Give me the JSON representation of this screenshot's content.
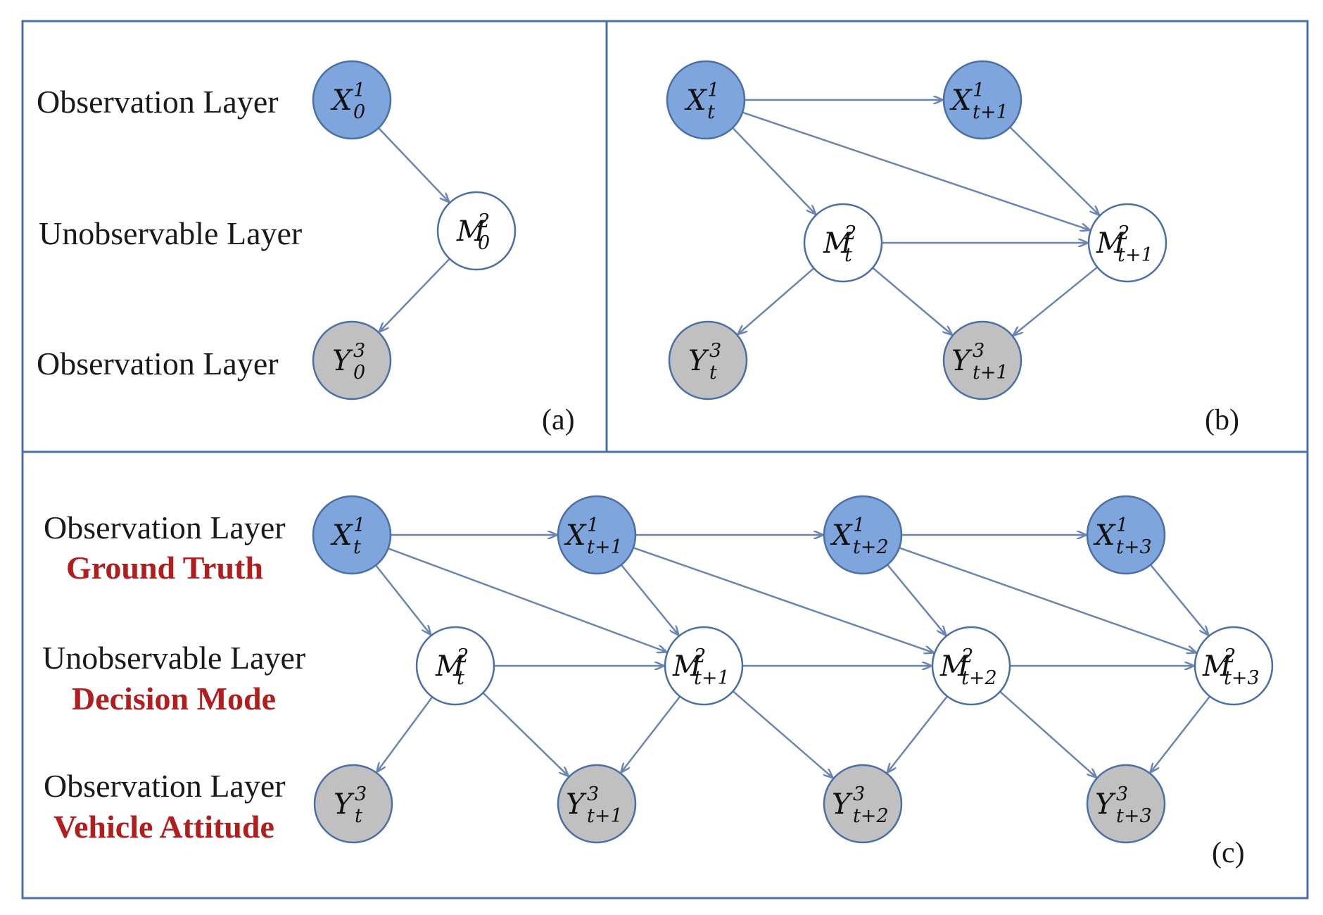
{
  "layer_names": {
    "observation": "Observation Layer",
    "unobservable": "Unobservable Layer"
  },
  "panels": {
    "a": {
      "tag": "(a)",
      "nodes": {
        "x0": {
          "base": "X",
          "sup": "1",
          "sub": "0"
        },
        "m0": {
          "base": "M",
          "sup": "2",
          "sub": "0"
        },
        "y0": {
          "base": "Y",
          "sup": "3",
          "sub": "0"
        }
      }
    },
    "b": {
      "tag": "(b)",
      "nodes": {
        "xt": {
          "base": "X",
          "sup": "1",
          "sub": "t"
        },
        "xt1": {
          "base": "X",
          "sup": "1",
          "sub": "t+1"
        },
        "mt": {
          "base": "M",
          "sup": "2",
          "sub": "t"
        },
        "mt1": {
          "base": "M",
          "sup": "2",
          "sub": "t+1"
        },
        "yt": {
          "base": "Y",
          "sup": "3",
          "sub": "t"
        },
        "yt1": {
          "base": "Y",
          "sup": "3",
          "sub": "t+1"
        }
      }
    },
    "c": {
      "tag": "(c)",
      "sublabels": {
        "top": "Ground Truth",
        "middle": "Decision Mode",
        "bottom": "Vehicle Attitude"
      },
      "nodes": {
        "xt": {
          "base": "X",
          "sup": "1",
          "sub": "t"
        },
        "xt1": {
          "base": "X",
          "sup": "1",
          "sub": "t+1"
        },
        "xt2": {
          "base": "X",
          "sup": "1",
          "sub": "t+2"
        },
        "xt3": {
          "base": "X",
          "sup": "1",
          "sub": "t+3"
        },
        "mt": {
          "base": "M",
          "sup": "2",
          "sub": "t"
        },
        "mt1": {
          "base": "M",
          "sup": "2",
          "sub": "t+1"
        },
        "mt2": {
          "base": "M",
          "sup": "2",
          "sub": "t+2"
        },
        "mt3": {
          "base": "M",
          "sup": "2",
          "sub": "t+3"
        },
        "yt": {
          "base": "Y",
          "sup": "3",
          "sub": "t"
        },
        "yt1": {
          "base": "Y",
          "sup": "3",
          "sub": "t+1"
        },
        "yt2": {
          "base": "Y",
          "sup": "3",
          "sub": "t+2"
        },
        "yt3": {
          "base": "Y",
          "sup": "3",
          "sub": "t+3"
        }
      }
    }
  },
  "colors": {
    "observed_x": "#7ea6dc",
    "hidden": "#ffffff",
    "observed_y": "#c0c0c0",
    "edge": "#6a86b0",
    "highlight_text": "#b01e1e"
  }
}
